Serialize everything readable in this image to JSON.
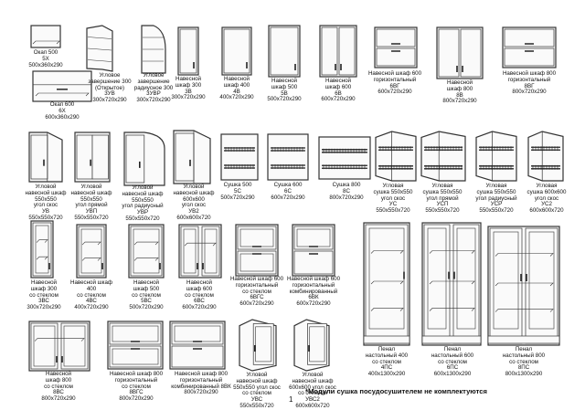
{
  "items": [
    {
      "id": "okap500",
      "lines": [
        "Окап 500",
        "5Х",
        "500х360х290"
      ]
    },
    {
      "id": "okap600",
      "lines": [
        "Окап 600",
        "6Х",
        "600х360х290"
      ]
    },
    {
      "id": "3uv",
      "lines": [
        "Угловое",
        "завершение 300",
        "(Открытое)",
        "3УВ",
        "300х720х290"
      ]
    },
    {
      "id": "3uvr",
      "lines": [
        "Угловое",
        "завершение",
        "радиусное 300",
        "3УВР",
        "300х720х290"
      ]
    },
    {
      "id": "3v",
      "lines": [
        "Навесной",
        "шкаф 300",
        "3В",
        "300х720х290"
      ]
    },
    {
      "id": "4v",
      "lines": [
        "Навесной",
        "шкаф 400",
        "4В",
        "400х720х290"
      ]
    },
    {
      "id": "5v",
      "lines": [
        "Навесной",
        "шкаф 500",
        "5В",
        "500х720х290"
      ]
    },
    {
      "id": "6v",
      "lines": [
        "Навесной",
        "шкаф 600",
        "6В",
        "600х720х290"
      ]
    },
    {
      "id": "6vg",
      "lines": [
        "Навесной шкаф 600",
        "горизонтальный",
        "6ВГ",
        "600х720х290"
      ]
    },
    {
      "id": "8v",
      "lines": [
        "Навесной",
        "шкаф 800",
        "8В",
        "800х720х290"
      ]
    },
    {
      "id": "8vg",
      "lines": [
        "Навесной шкаф 800",
        "горизонтальный",
        "8ВГ",
        "800х720х290"
      ]
    },
    {
      "id": "uv",
      "lines": [
        "Угловой",
        "навесной шкаф",
        "550х550",
        "угол скос",
        "УВ",
        "550х550х720"
      ]
    },
    {
      "id": "uvp",
      "lines": [
        "Угловой",
        "навесной шкаф",
        "550х550",
        "угол прямой",
        "УВП",
        "550х550х720"
      ]
    },
    {
      "id": "uvr",
      "lines": [
        "Угловой",
        "навесной шкаф",
        "550х550",
        "угол радиусный",
        "УВР",
        "550х550х720"
      ]
    },
    {
      "id": "uv2",
      "lines": [
        "Угловой",
        "навесной шкаф",
        "600х600",
        "угол скос",
        "УВ2",
        "600х600х720"
      ]
    },
    {
      "id": "5s",
      "lines": [
        "Сушка 500",
        "5С",
        "500х720х290"
      ]
    },
    {
      "id": "6s",
      "lines": [
        "Сушка 600",
        "6С",
        "600х720х290"
      ]
    },
    {
      "id": "8s",
      "lines": [
        "Сушка 800",
        "8С",
        "800х720х290"
      ]
    },
    {
      "id": "us",
      "lines": [
        "Угловая",
        "сушка 550х550",
        "угол скос",
        "УС",
        "550х550х720"
      ]
    },
    {
      "id": "usp",
      "lines": [
        "Угловая",
        "сушка 550х550",
        "угол прямой",
        "УСП",
        "550х550х720"
      ]
    },
    {
      "id": "usr",
      "lines": [
        "Угловая",
        "сушка 550х550",
        "угол радиусный",
        "УСР",
        "550х550х720"
      ]
    },
    {
      "id": "us2",
      "lines": [
        "Угловая",
        "сушка 600х600",
        "угол скос",
        "УС2",
        "600х600х720"
      ]
    },
    {
      "id": "3vs",
      "lines": [
        "Навесной",
        "шкаф 300",
        "со стеклом",
        "3ВС",
        "300х720х290"
      ]
    },
    {
      "id": "4vs",
      "lines": [
        "Навесной шкаф",
        "400",
        "со стеклом",
        "4ВС",
        "400х720х290"
      ]
    },
    {
      "id": "5vs",
      "lines": [
        "Навесной",
        "шкаф 500",
        "со стеклом",
        "5ВС",
        "500х720х290"
      ]
    },
    {
      "id": "6vs",
      "lines": [
        "Навесной",
        "шкаф 600",
        "со стеклом",
        "6ВС",
        "600х720х290"
      ]
    },
    {
      "id": "6vgs",
      "lines": [
        "Навесной шкаф 600",
        "горизонтальный",
        "со стеклом",
        "6ВГС",
        "600х720х290"
      ]
    },
    {
      "id": "6vk",
      "lines": [
        "Навесной шкаф 600",
        "горизонтальный",
        "комбинированный",
        "6ВК",
        "600х720х290"
      ]
    },
    {
      "id": "8vs",
      "lines": [
        "Навесной",
        "шкаф 800",
        "со стеклом",
        "8ВС",
        "800х720х290"
      ]
    },
    {
      "id": "8vgs",
      "lines": [
        "Навесной шкаф 800",
        "горизонтальный",
        "со стеклом",
        "8ВГС",
        "800х720х290"
      ]
    },
    {
      "id": "8vk",
      "lines": [
        "Навесной шкаф 800",
        "горизонтальный",
        "комбинированный 8ВК",
        "800х720х290"
      ]
    },
    {
      "id": "uvs",
      "lines": [
        "Угловой",
        "навесной шкаф",
        "550х550 угол скос",
        "со стеклом",
        "УВС",
        "550х550х720"
      ]
    },
    {
      "id": "uvs2",
      "lines": [
        "Угловой",
        "навесной шкаф",
        "600х600 угол скос",
        "со стеклом",
        "УВС2",
        "600х600х720"
      ]
    },
    {
      "id": "4ps",
      "lines": [
        "Пенал",
        "настольный 400",
        "со стеклом",
        "4ПС",
        "400х1300х290"
      ]
    },
    {
      "id": "6ps",
      "lines": [
        "Пенал",
        "настольный 600",
        "со стеклом",
        "6ПС",
        "600х1300х290"
      ]
    },
    {
      "id": "8ps",
      "lines": [
        "Пенал",
        "настольный 800",
        "со стеклом",
        "8ПС",
        "800х1300х290"
      ]
    }
  ],
  "note": "*Модули сушка посудосушителем не комплектуются",
  "page_number": "1"
}
